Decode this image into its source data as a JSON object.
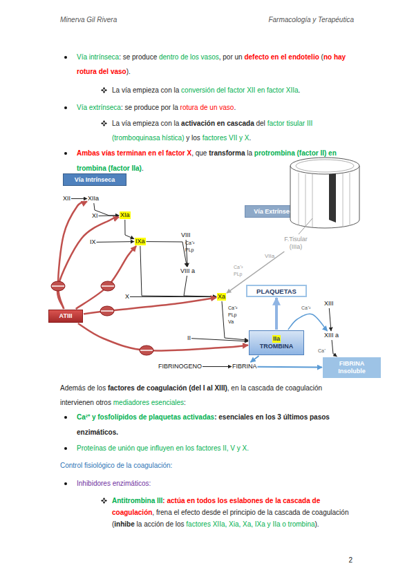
{
  "diagram": {
    "nodes": [
      {
        "text": [
          "Vía Intrínseca"
        ]
      },
      {
        "text": [
          "XII"
        ]
      },
      {
        "text": [
          "XIIa"
        ]
      },
      {
        "text": [
          "XI"
        ]
      },
      {
        "text": [
          "XIa"
        ]
      },
      {
        "text": [
          "IX"
        ]
      },
      {
        "text": [
          "IXa"
        ]
      },
      {
        "text": [
          "VIII"
        ]
      },
      {
        "text": [
          "VIII a"
        ]
      },
      {
        "text": [
          "X"
        ]
      },
      {
        "text": [
          "Xa"
        ]
      },
      {
        "text": [
          "ATIII"
        ]
      },
      {
        "text": [
          "II"
        ]
      },
      {
        "text": [
          "Vía Extrínseca"
        ]
      },
      {
        "text": [
          "F.Tisular (IIIa)"
        ]
      },
      {
        "text": [
          "PLAQUETAS"
        ]
      },
      {
        "text": [
          "XIII"
        ]
      },
      {
        "text": [
          "IIa",
          "TROMBINA"
        ]
      },
      {
        "text": [
          "XIII a"
        ]
      },
      {
        "text": [
          "FIBRINOGENO"
        ]
      },
      {
        "text": [
          "FIBRINA"
        ]
      },
      {
        "text": [
          "FIBRINA Insoluble"
        ]
      }
    ],
    "edges": [
      {
        "from": 1,
        "to": 2,
        "arrow": "to"
      },
      {
        "from": 2,
        "to": 4,
        "arrow": "to"
      },
      {
        "from": 3,
        "to": 4,
        "arrow": "to"
      },
      {
        "from": 4,
        "to": 6,
        "arrow": "to"
      },
      {
        "from": 5,
        "to": 6,
        "arrow": "to"
      },
      {
        "from": 7,
        "to": 8,
        "arrow": "to"
      },
      {
        "from": 6,
        "to": 8,
        "arrow": "to"
      },
      {
        "from": 9,
        "to": 10,
        "arrow": "to"
      },
      {
        "from": 6,
        "to": 10,
        "arrow": "to"
      },
      {
        "from": 8,
        "to": 10,
        "arrow": "to"
      },
      {
        "from": 11,
        "to": 2,
        "arrow": "to"
      },
      {
        "from": 11,
        "to": 4,
        "arrow": "to"
      },
      {
        "from": 11,
        "to": 6,
        "arrow": "to"
      },
      {
        "from": 11,
        "to": 10,
        "arrow": "to"
      },
      {
        "from": 11,
        "to": 17,
        "arrow": "to"
      },
      {
        "from": 12,
        "to": 17,
        "arrow": "to"
      },
      {
        "from": 10,
        "to": 17,
        "arrow": "to"
      },
      {
        "from": 14,
        "to": 10,
        "arrow": "to"
      },
      {
        "from": 17,
        "to": 15,
        "arrow": "to"
      },
      {
        "from": 16,
        "to": 18,
        "arrow": "to"
      },
      {
        "from": 17,
        "to": 18,
        "label": "Ca⁺²",
        "arrow": "to"
      },
      {
        "from": 19,
        "to": 20,
        "arrow": "to"
      },
      {
        "from": 20,
        "to": 21,
        "arrow": "to"
      },
      {
        "from": 17,
        "to": 20,
        "arrow": "to"
      },
      {
        "from": 18,
        "to": 21,
        "label": "Ca⁺",
        "arrow": "to"
      }
    ],
    "labels": [
      "Minerva Gil Rivera",
      "Farmacología y Terapéutica",
      "Vía intrínseca",
      ": se produce",
      "dentro de los vasos",
      ", por un",
      "defecto en el endotelio",
      "(",
      "no hay rotura del vaso",
      ").",
      "La vía empieza con la",
      "conversión del factor XII en factor XIIa",
      ".",
      "Vía extrínseca",
      ": se produce por la",
      "rotura de un vaso",
      ".",
      "La vía empieza con la",
      "activación en cascada",
      "del",
      "factor tisular III (tromboquinasa hística)",
      "y los",
      "factores VII y X",
      ".",
      "Ambas vías terminan en el factor X",
      ", que",
      "transforma",
      "la",
      "protrombina (factor II) en trombina (factor IIa)",
      ".",
      "Ca⁺²",
      "PLp",
      "Ca⁺²",
      "PLp",
      "Va",
      "VIIa",
      "Ca⁺²",
      "PLp",
      "Además de los",
      "factores de coagulación (del I al XIII)",
      ", en la cascada de coagulación intervienen otros",
      "mediadores esenciales",
      ":",
      "Ca²⁺ y fosfolípidos de plaquetas activadas",
      ": esenciales en los 3 últimos pasos enzimáticos.",
      "Proteínas de unión que influyen en los factores II, V y X.",
      "Control fisiológico de la coagulación:",
      "Inhibidores enzimáticos:",
      "Antitrombina III",
      ": actúa en todos los eslabones de la cascada de coagulación",
      ", frena el efecto desde el principio de la cascada de coagulación (",
      "inhibe",
      "la acción de los",
      "factores XIIa, Xia, Xa, IXa y IIa o trombina",
      ").",
      "2"
    ]
  }
}
